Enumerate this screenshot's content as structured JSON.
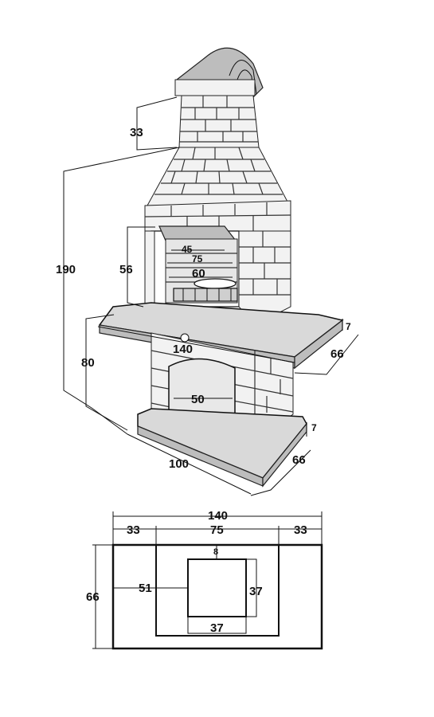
{
  "diagram": {
    "elevation_labels": {
      "chimney_width": "33",
      "total_height": "190",
      "grill_height": "56",
      "grate_depth": "45",
      "grate_width_inner": "75",
      "grill_width": "60",
      "counter_width": "140",
      "counter_height": "80",
      "firebox_width": "50",
      "base_width": "100",
      "counter_depth": "66",
      "counter_thickness": "7",
      "base_depth": "66",
      "base_thickness": "7"
    },
    "plan_labels": {
      "overall_width": "140",
      "left_margin": "33",
      "center_width": "75",
      "right_margin": "33",
      "overall_depth": "66",
      "inner_offset": "51",
      "top_gap": "8",
      "opening_height": "37",
      "opening_width": "37"
    }
  }
}
